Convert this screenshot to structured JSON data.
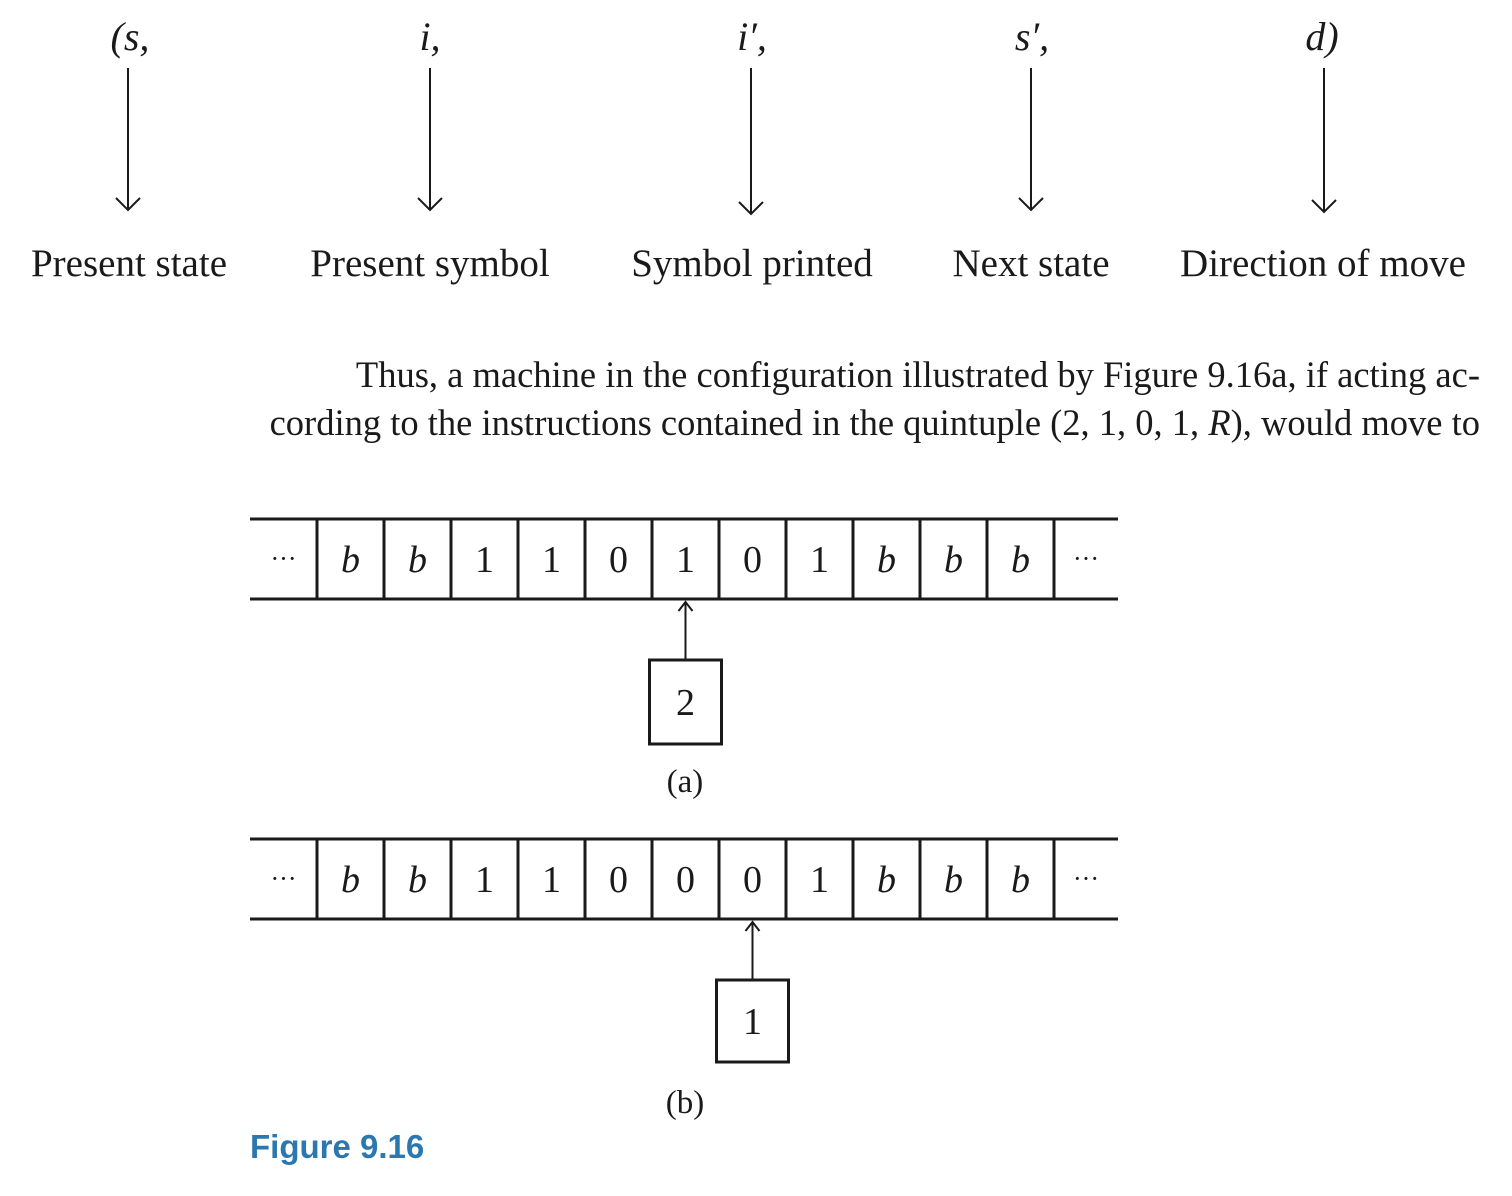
{
  "quintuple": {
    "symbols": [
      "(s,",
      "i,",
      "i′,",
      "s′,",
      "d)"
    ],
    "labels": [
      "Present state",
      "Present symbol",
      "Symbol printed",
      "Next state",
      "Direction of move"
    ]
  },
  "paragraph": {
    "line1": "Thus, a machine in the configuration illustrated by Figure 9.16a, if acting ac-",
    "line2_before": "cording to the instructions contained in the quintuple (2, 1, 0, 1, ",
    "line2_italic": "R",
    "line2_after": "), would move to"
  },
  "tapes": [
    {
      "cells": [
        "b",
        "b",
        "1",
        "1",
        "0",
        "1",
        "0",
        "1",
        "b",
        "b",
        "b"
      ],
      "left_ellipsis": "···",
      "right_ellipsis": "···",
      "head_cell_index": 5,
      "state": "2",
      "caption": "(a)"
    },
    {
      "cells": [
        "b",
        "b",
        "1",
        "1",
        "0",
        "0",
        "0",
        "1",
        "b",
        "b",
        "b"
      ],
      "left_ellipsis": "···",
      "right_ellipsis": "···",
      "head_cell_index": 6,
      "state": "1",
      "caption": "(b)"
    }
  ],
  "figure_caption": "Figure 9.16",
  "colors": {
    "ink": "#1a1a1a",
    "caption": "#2b78b0"
  }
}
